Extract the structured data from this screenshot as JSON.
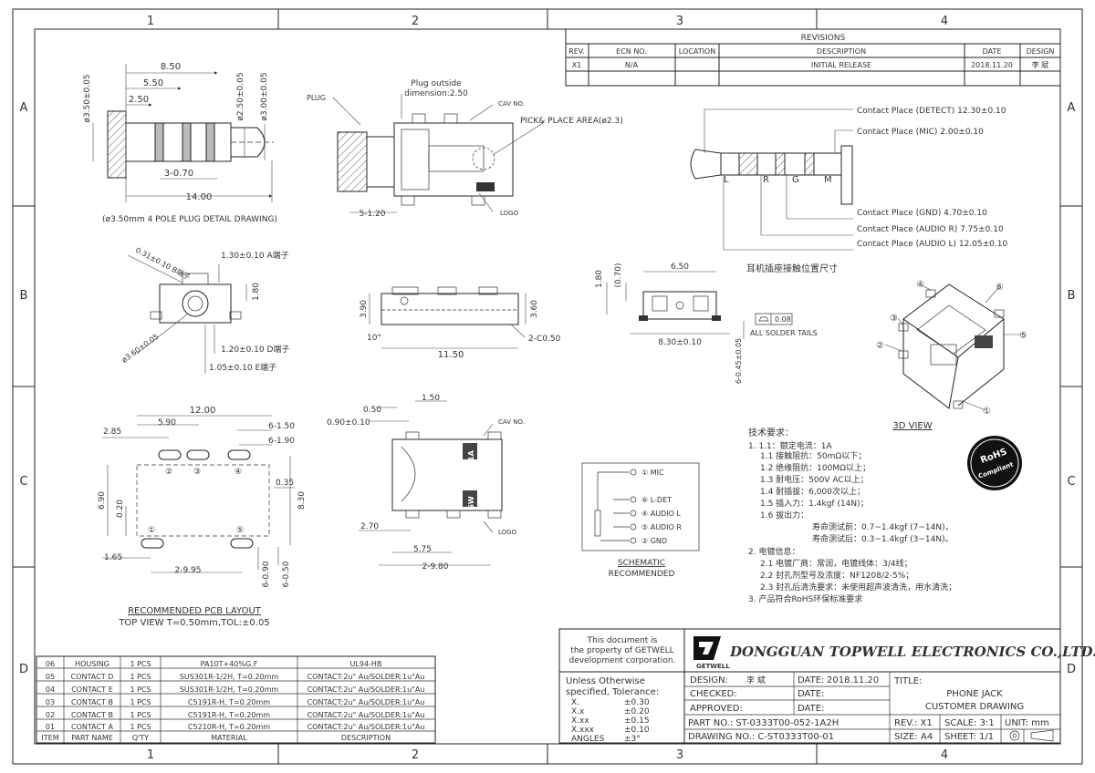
{
  "zones": {
    "columns": [
      "1",
      "2",
      "3",
      "4"
    ],
    "rows": [
      "A",
      "B",
      "C",
      "D"
    ]
  },
  "revisions": {
    "title": "REVISIONS",
    "headers": [
      "REV.",
      "ECN NO.",
      "LOCATION",
      "DESCRIPTION",
      "DATE",
      "DESIGN"
    ],
    "row": [
      "X1",
      "N/A",
      "",
      "INITIAL RELEASE",
      "2018.11.20",
      "李 斌"
    ]
  },
  "plug_detail": {
    "caption": "(ø3.50mm 4 POLE PLUG DETAIL DRAWING)",
    "dims": {
      "len_850": "8.50",
      "len_550": "5.50",
      "len_250": "2.50",
      "len_1400": "14.00",
      "len_370": "3-0.70",
      "dia_350": "ø3.50±0.05",
      "dia_250": "ø2.50±0.05",
      "dia_300": "ø3.00±0.05"
    }
  },
  "side_view": {
    "plug": "PLUG",
    "plug_outside_1": "Plug outside",
    "plug_outside_2": "dimension:2.50",
    "cav_no": "CAV NO.",
    "pick_place": "PICK& PLACE AREA(ø2.3)",
    "dim_5120": "5-1.20",
    "logo": "LOGO"
  },
  "contact_place": {
    "detect": "Contact Place (DETECT) 12.30±0.10",
    "mic": "Contact Place (MIC) 2.00±0.10",
    "gnd": "Contact Place (GND) 4.70±0.10",
    "audio_r": "Contact Place (AUDIO R) 7.75±0.10",
    "audio_l": "Contact Place (AUDIO L) 12.05±0.10",
    "letters": [
      "L",
      "R",
      "G",
      "M"
    ],
    "note": "耳机插座接触位置尺寸"
  },
  "front_view": {
    "dim_031": "0.31±0.10 B端子",
    "dim_130": "1.30±0.10 A端子",
    "dim_180": "1.80",
    "dia_360": "ø3.60±0.05",
    "dim_120": "1.20±0.10 D端子",
    "dim_105": "1.05±0.10 E端子"
  },
  "top_view": {
    "dim_390": "3.90",
    "dim_360": "3.60",
    "angle": "10°",
    "dim_1150": "11.50",
    "dim_c050": "2-C0.50"
  },
  "end_view": {
    "dim_180": "1.80",
    "dim_070": "(0.70)",
    "dim_650": "6.50",
    "dim_830": "8.30±0.10",
    "dim_045": "6-0.45±0.05",
    "flatness": "0.08",
    "solder": "ALL SOLDER TAILS"
  },
  "iso_view": {
    "label": "3D VIEW",
    "callouts": [
      "④",
      "⑥",
      "③",
      "②",
      "⑤",
      "①"
    ]
  },
  "pcb_layout": {
    "dims": {
      "d1200": "12.00",
      "d285": "2.85",
      "d590": "5.90",
      "d6150": "6-1.50",
      "d6190": "6-1.90",
      "d035": "0.35",
      "d690": "6.90",
      "d020": "0.20",
      "d830": "8.30",
      "d165": "1.65",
      "d2995": "2-9.95",
      "d6090": "6-0.90",
      "d6050": "6-0.50"
    },
    "pads": [
      "②",
      "③",
      "④",
      "①",
      "⑤"
    ],
    "caption": "RECOMMENDED PCB LAYOUT",
    "subcaption": "TOP VIEW T=0.50mm,TOL:±0.05"
  },
  "bottom_view": {
    "d050": "0.50",
    "d150": "1.50",
    "d090": "0.90±0.10",
    "cav_no": "CAV NO.",
    "mark_1a": "1A",
    "mark_gw": "GW",
    "d270": "2.70",
    "d575": "5.75",
    "d2980": "2-9.80",
    "logo": "LOGO"
  },
  "schematic": {
    "pins": [
      "① MIC",
      "⑥ L-DET",
      "④ AUDIO L",
      "⑤ AUDIO R",
      "② GND"
    ],
    "caption_1": "SCHEMATIC",
    "caption_2": "RECOMMENDED"
  },
  "tech_req": {
    "title": "技术要求：",
    "lines": [
      "1. 1.1：额定电流：1A",
      "1.1  接触阻抗：50mΩ以下；",
      "1.2  绝缘阻抗：100MΩ以上；",
      "1.3  耐电压：500V AC以上；",
      "1.4  耐插拔：6,000次以上；",
      "1.5  插入力：1.4kgf (14N)；",
      "1.6  拔出力：",
      "寿命测试前：0.7~1.4kgf (7~14N)，",
      "寿命测试后：0.3~1.4kgf (3~14N)。",
      "2. 电镀信息：",
      "2.1  电镀厂商：常润，电镀线体：3/4线；",
      "2.2  封孔剂型号及浓度：NF1208/2-5%；",
      "2.3  封孔后清洗要求：未使用超声波清洗，用水清洗；",
      "3. 产品符合RoHS环保标准要求"
    ]
  },
  "rohs": {
    "line1": "RoHS",
    "line2": "Compliant"
  },
  "bom": {
    "headers": [
      "ITEM",
      "PART NAME",
      "Q'TY",
      "MATERIAL",
      "DESCRIPTION"
    ],
    "rows": [
      [
        "06",
        "HOUSING",
        "1 PCS",
        "PA10T+40%G.F",
        "UL94-HB"
      ],
      [
        "05",
        "CONTACT D",
        "1 PCS",
        "SUS301R-1/2H, T=0.20mm",
        "CONTACT:2u\" Au/SOLDER:1u\"Au"
      ],
      [
        "04",
        "CONTACT E",
        "1 PCS",
        "SUS301R-1/2H, T=0.20mm",
        "CONTACT:2u\" Au/SOLDER:1u\"Au"
      ],
      [
        "03",
        "CONTACT B",
        "1 PCS",
        "C5191R-H, T=0.20mm",
        "CONTACT:2u\" Au/SOLDER:1u\"Au"
      ],
      [
        "02",
        "CONTACT B",
        "1 PCS",
        "C5191R-H, T=0.20mm",
        "CONTACT:2u\" Au/SOLDER:1u\"Au"
      ],
      [
        "01",
        "CONTACT A",
        "1 PCS",
        "C5210R-H, T=0.20mm",
        "CONTACT:2u\" Au/SOLDER:1u\"Au"
      ]
    ]
  },
  "title_block": {
    "property_1": "This document is",
    "property_2": "the property of GETWELL",
    "property_3": "development corporation.",
    "company": "DONGGUAN TOPWELL ELECTRONICS CO.,LTD.",
    "logo_text": "GETWELL",
    "tol_title_1": "Unless Otherwise",
    "tol_title_2": "specified, Tolerance:",
    "tolerances": [
      [
        "X.",
        "±0.30"
      ],
      [
        "X.x",
        "±0.20"
      ],
      [
        "X.xx",
        "±0.15"
      ],
      [
        "X.xxx",
        "±0.10"
      ],
      [
        "ANGLES",
        "±3°"
      ]
    ],
    "design_label": "DESIGN:",
    "design_value": "李 斌",
    "date_label": "DATE:",
    "date_value": "2018.11.20",
    "checked_label": "CHECKED:",
    "approved_label": "APPROVED:",
    "title_label": "TITLE:",
    "title_1": "PHONE JACK",
    "title_2": "CUSTOMER DRAWING",
    "part_no": "PART NO.: ST-0333T00-052-1A2H",
    "drawing_no": "DRAWING NO.: C-ST0333T00-01",
    "rev": "REV.: X1",
    "scale": "SCALE: 3:1",
    "unit": "UNIT: mm",
    "size": "SIZE: A4",
    "sheet": "SHEET: 1/1"
  }
}
